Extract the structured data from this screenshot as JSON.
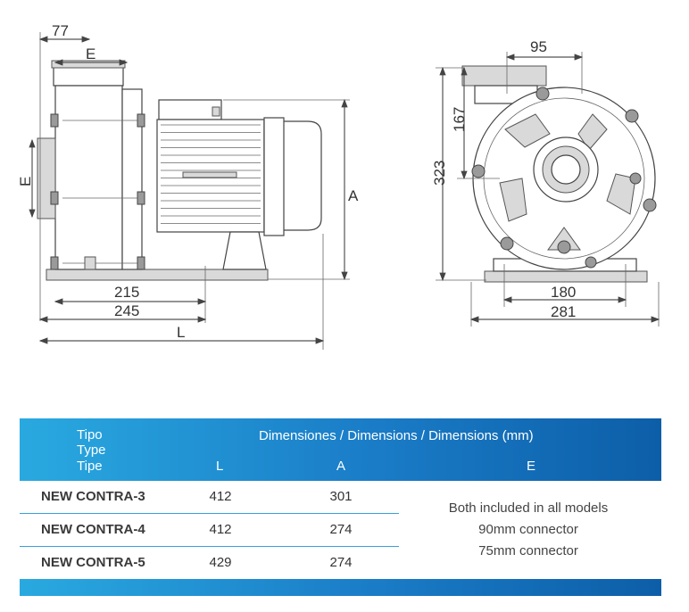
{
  "drawing": {
    "side_view": {
      "dim_77": "77",
      "dim_E_top": "E",
      "dim_E_left": "E",
      "dim_A": "A",
      "dim_215": "215",
      "dim_245": "245",
      "dim_L": "L"
    },
    "front_view": {
      "dim_95": "95",
      "dim_167": "167",
      "dim_323": "323",
      "dim_180": "180",
      "dim_281": "281"
    }
  },
  "table": {
    "header": {
      "type_line1": "Tipo",
      "type_line2": "Type",
      "type_line3": "Tipe",
      "dimensions_title": "Dimensiones / Dimensions / Dimensions (mm)",
      "col_L": "L",
      "col_A": "A",
      "col_E": "E"
    },
    "rows": [
      {
        "model": "NEW CONTRA-3",
        "L": "412",
        "A": "301"
      },
      {
        "model": "NEW CONTRA-4",
        "L": "412",
        "A": "274"
      },
      {
        "model": "NEW CONTRA-5",
        "L": "429",
        "A": "274"
      }
    ],
    "e_note": {
      "line1": "Both included in all models",
      "line2": "90mm connector",
      "line3": "75mm connector"
    }
  },
  "colors": {
    "header_start": "#29a9e0",
    "header_end": "#0d5ea8",
    "row_border": "#3a9fd8"
  }
}
